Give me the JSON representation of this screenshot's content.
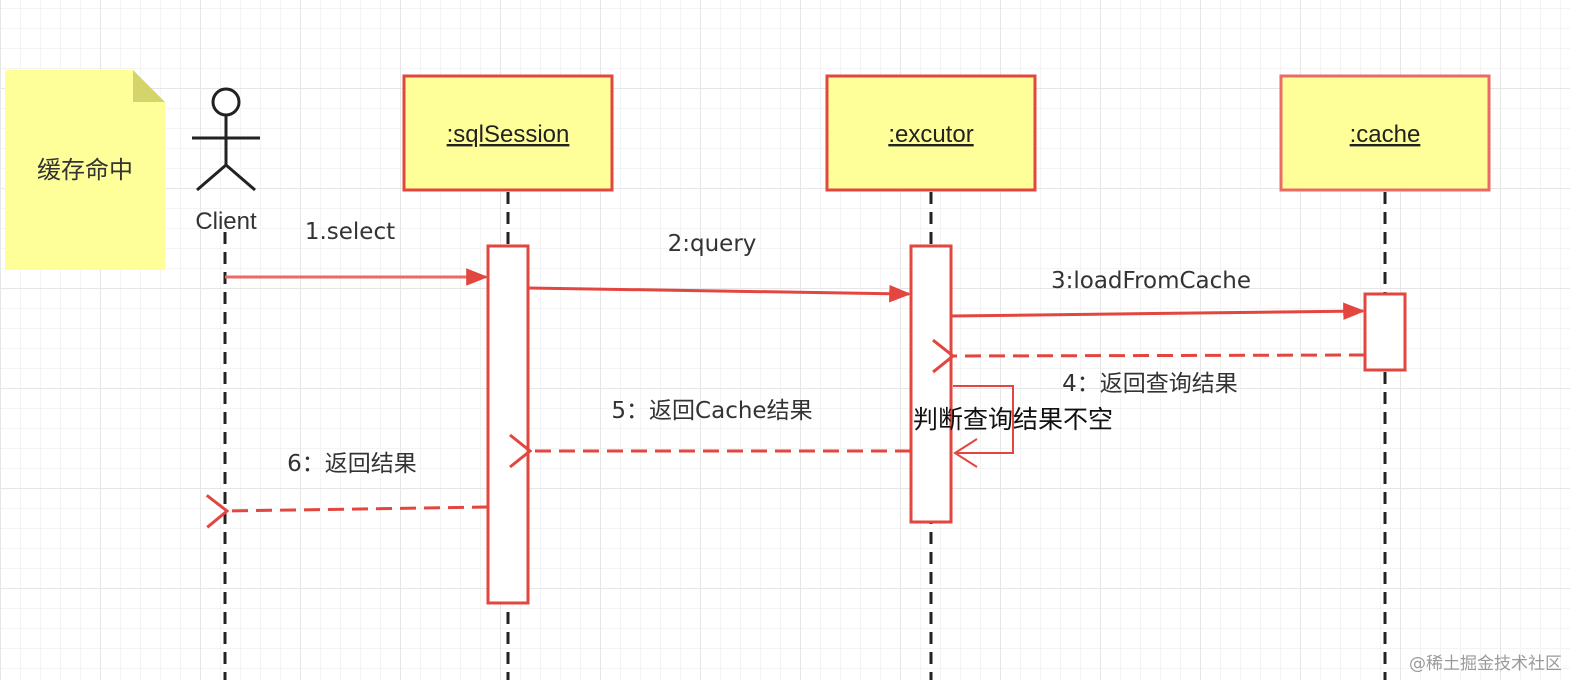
{
  "note": {
    "text": "缓存命中"
  },
  "actor": {
    "label": "Client"
  },
  "objects": [
    {
      "label": ":sqlSession"
    },
    {
      "label": ":excutor"
    },
    {
      "label": ":cache"
    }
  ],
  "messages": {
    "m1": "1.select",
    "m2": "2:query",
    "m3": "3:loadFromCache",
    "m4": "4：返回查询结果",
    "m5": "5：返回Cache结果",
    "m6": "6：返回结果"
  },
  "self_message": "判断查询结果不空",
  "watermark": "@稀土掘金技术社区",
  "colors": {
    "accent": "#e2463f",
    "lifeline": "#222222",
    "object_fill": "#ffff99",
    "note_fill": "#ffff99"
  }
}
